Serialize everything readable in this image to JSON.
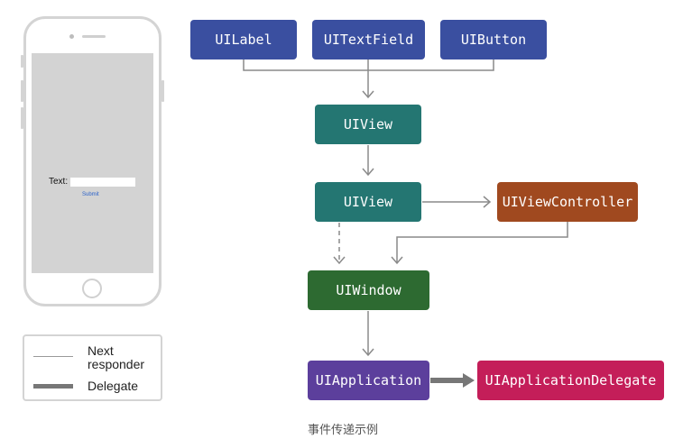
{
  "phone": {
    "text_label": "Text:",
    "submit_label": "Submit"
  },
  "legend": {
    "next_responder_label": "Next\nresponder",
    "delegate_label": "Delegate"
  },
  "nodes": {
    "uilabel": {
      "label": "UILabel",
      "color": "#3a4fa0"
    },
    "uitextfield": {
      "label": "UITextField",
      "color": "#3a4fa0"
    },
    "uibutton": {
      "label": "UIButton",
      "color": "#3a4fa0"
    },
    "uiview_top": {
      "label": "UIView",
      "color": "#247672"
    },
    "uiview_mid": {
      "label": "UIView",
      "color": "#247672"
    },
    "uiviewcontroller": {
      "label": "UIViewController",
      "color": "#a0491f"
    },
    "uiwindow": {
      "label": "UIWindow",
      "color": "#2d6a31"
    },
    "uiapplication": {
      "label": "UIApplication",
      "color": "#5c3f9c"
    },
    "uiapplicationdelegate": {
      "label": "UIApplicationDelegate",
      "color": "#c41e59"
    }
  },
  "caption": "事件传递示例"
}
